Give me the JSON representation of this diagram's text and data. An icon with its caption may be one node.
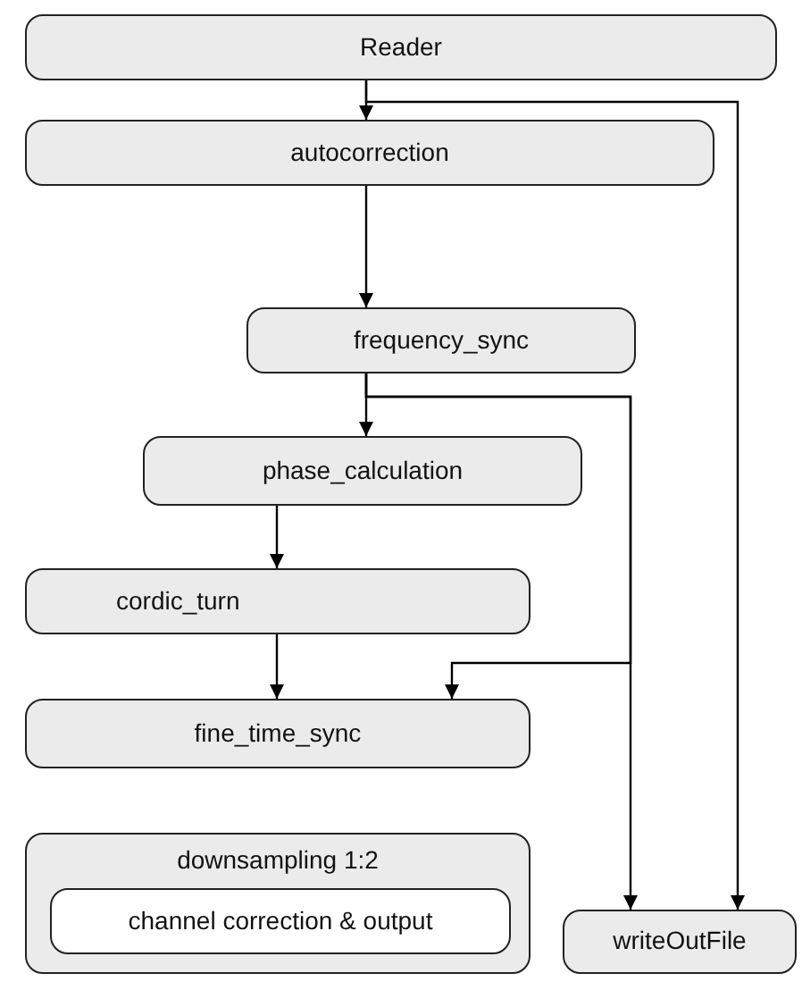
{
  "diagram": {
    "nodes": [
      {
        "text": [
          "Reader"
        ]
      },
      {
        "text": [
          "autocorrection"
        ]
      },
      {
        "text": [
          "frequency_sync"
        ]
      },
      {
        "text": [
          "phase_calculation"
        ]
      },
      {
        "text": [
          "cordic_turn"
        ]
      },
      {
        "text": [
          "fine_time_sync"
        ]
      },
      {
        "text": [
          "downsampling 1:2"
        ]
      },
      {
        "text": [
          "channel correction & output"
        ],
        "in": 6
      },
      {
        "text": [
          "writeOutFile"
        ]
      }
    ],
    "edges": [
      {
        "from": 0,
        "to": 1,
        "arrow": "to"
      },
      {
        "from": 0,
        "to": 8,
        "arrow": "to"
      },
      {
        "from": 1,
        "to": 2,
        "arrow": "to"
      },
      {
        "from": 2,
        "to": 3,
        "arrow": "to"
      },
      {
        "from": 2,
        "to": 8,
        "arrow": "to"
      },
      {
        "from": 2,
        "to": 5,
        "arrow": "to"
      },
      {
        "from": 3,
        "to": 4,
        "arrow": "to"
      },
      {
        "from": 4,
        "to": 5,
        "arrow": "to"
      }
    ]
  }
}
